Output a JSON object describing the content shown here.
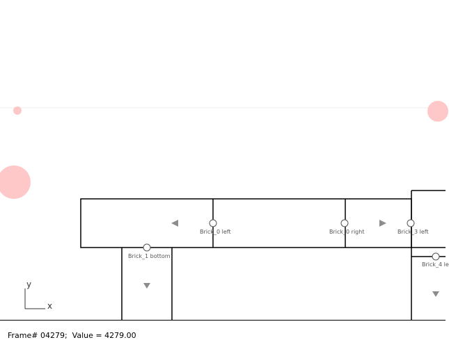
{
  "labels": {
    "brick0_left": "Brick_0 left",
    "brick0_right": "Brick_0 right",
    "brick3_left": "Brick_3 left",
    "brick1_bottom": "Brick_1 bottom",
    "brick4_left": "Brick_4 le"
  },
  "axis": {
    "x": "x",
    "y": "y"
  },
  "status": {
    "text": "Frame# 04279;  Value = 4279.00"
  },
  "colors": {
    "line": "#000000",
    "anchor_fill": "#ffffff",
    "anchor_stroke": "#555555",
    "arrow": "#8c8c8c",
    "circle": "#ffc8c8"
  },
  "icons": {
    "arrows": [
      "triangle-left-icon",
      "triangle-right-icon",
      "triangle-down-icon"
    ],
    "anchors": "hollow-circle-icon",
    "decor": "pink-circle"
  }
}
